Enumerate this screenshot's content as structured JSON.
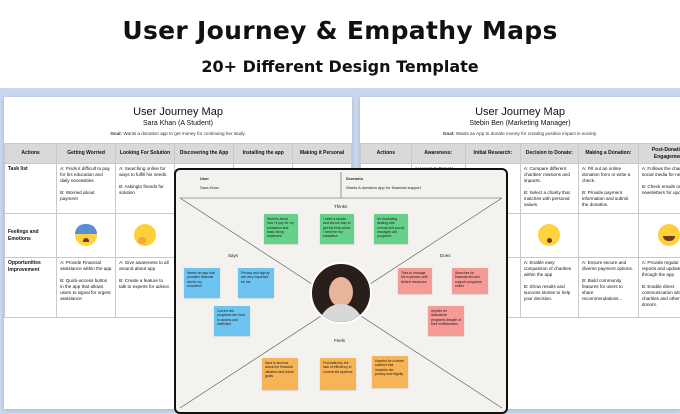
{
  "header": {
    "title": "User Journey & Empathy Maps",
    "subtitle": "20+ Different Design Template"
  },
  "left_map": {
    "title": "User Journey Map",
    "person": "Sara Khan (A Student)",
    "goal_label": "Goal:",
    "goal": "Wants a donation app to get money for continuing her study.",
    "columns": [
      "Actions",
      "Getting Worried",
      "Looking For Solution",
      "Discovering the App",
      "Installing the app",
      "Making it Personal"
    ],
    "rows": {
      "task_list": {
        "label": "Task list",
        "cells": [
          "A: Finds it difficult to pay for his education and daily necessities.\n\nB: Worried about payment",
          "A: Searching online for ways to fulfill his needs.\n\nB: Askingto friends for solution",
          "",
          "",
          ""
        ]
      },
      "feelings": {
        "label": "Feelings and Emotions"
      },
      "opportunities": {
        "label": "Opportunities Improvement",
        "cells": [
          "A: Provide Financial assistance within the app\n\nB: Quick-access button in the app that allows users to signal for urgent assistance",
          "A: Give awareness to all around about app\n\nB: Create a feature to talk to experts for advice.",
          "",
          "",
          ""
        ]
      }
    }
  },
  "right_map": {
    "title": "User Journey Map",
    "person": "Stebin Ben (Marketing Manager)",
    "goal_label": "Goal:",
    "goal": "Wants an App to donate money for creating positive impact in society.",
    "columns": [
      "Actions",
      "Awareness:",
      "Initial Research:",
      "Decision to Donate:",
      "Making a Donation:",
      "Post-Donation Engagement"
    ],
    "rows": {
      "task_list": {
        "cells": [
          "A: Hears to Donate",
          "",
          "A: Compare different charities' missions and impacts.\n\nB: Select a charity that matches with personal values.",
          "A: Fill out an online donation form or write a check.\n\nB: Provide payment information and submit the donation.",
          "A: Follows the charity on social media for news\n\nB: Check emails or newsletters for updates."
        ]
      },
      "opportunities": {
        "cells": [
          "",
          "",
          "A: Enable easy comparison of charities within the app\n\nB: Show results and success stories to help your decision.",
          "A: Ensure secure and diverse payment options.\n\nB: Build community features for users to share recommendations...",
          "A: Provide regular impact reports and updates through the app\n\nB: Enable direct communication with charities and other donors."
        ]
      }
    }
  },
  "empathy": {
    "user_label": "User",
    "user_name": "Sara Khan",
    "scenario_label": "Scenario",
    "scenario": "Wants A donation app for financial support",
    "quadrants": {
      "thinks": "Thinks",
      "says": "Says",
      "does": "Does",
      "feels": "Feels"
    },
    "thinks": [
      "Worries about how I'll pay for my education and basic living expenses",
      "I need a simple and secure way to get the help which I need for my education",
      "It's frustrating dealing with corrupt and poorly managed aid programs"
    ],
    "says": [
      "Needs an app that provides financial aid for my education",
      "Privacy and dignity are very important for her",
      "Current aid programs are hard to access and inefficient"
    ],
    "does": [
      "Tries to manage his expenses with limited resources",
      "Searches for financial aid and support programs online",
      "Applies for assistance programs despite of their inefficiencies"
    ],
    "feels": [
      "Sara is anxious about her financial situation and future goals",
      "Frustrated by the lack of efficiency in current aid systems",
      "Hopeful for a better solution that respects her privacy and dignity"
    ]
  }
}
